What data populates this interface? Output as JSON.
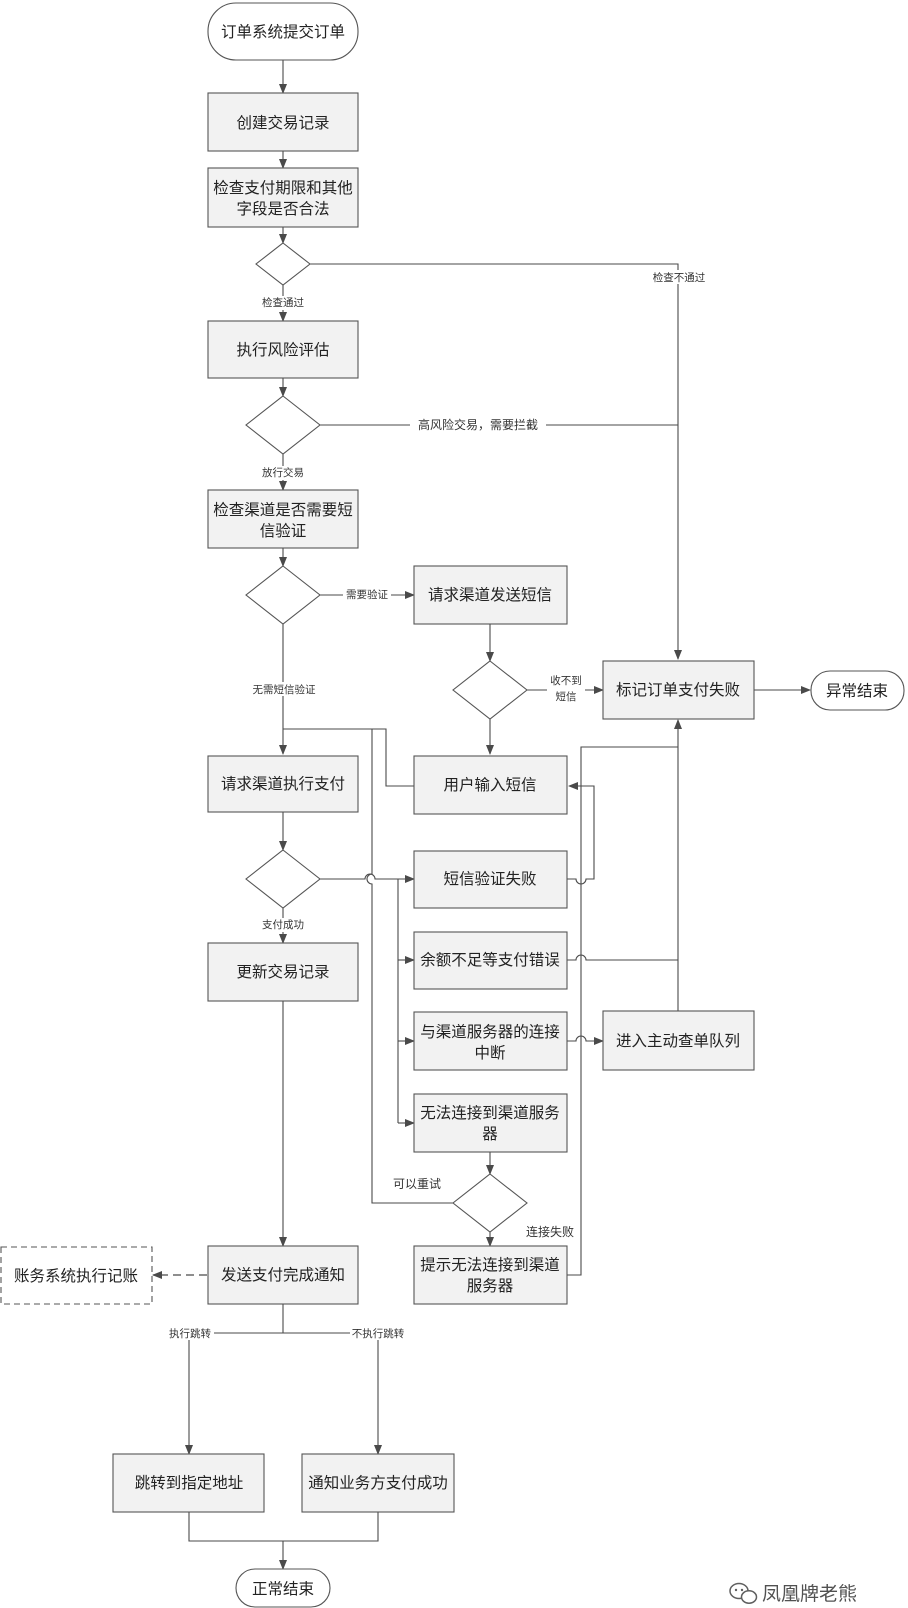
{
  "nodes": {
    "start": "订单系统提交订单",
    "create_record": "创建交易记录",
    "check_fields": [
      "检查支付期限和其他",
      "字段是否合法"
    ],
    "risk_eval": "执行风险评估",
    "check_sms": [
      "检查渠道是否需要短",
      "信验证"
    ],
    "request_sms": "请求渠道发送短信",
    "mark_fail": "标记订单支付失败",
    "abnormal_end": "异常结束",
    "user_input_sms": "用户输入短信",
    "request_pay": "请求渠道执行支付",
    "sms_verify_fail": "短信验证失败",
    "insufficient": "余额不足等支付错误",
    "conn_interrupt": [
      "与渠道服务器的连接",
      "中断"
    ],
    "active_query": "进入主动查单队列",
    "cannot_connect": [
      "无法连接到渠道服务",
      "器"
    ],
    "update_record": "更新交易记录",
    "send_notice": "发送支付完成通知",
    "accounting": "账务系统执行记账",
    "prompt_cannot_connect": [
      "提示无法连接到渠道",
      "服务器"
    ],
    "redirect": "跳转到指定地址",
    "notify_biz": "通知业务方支付成功",
    "normal_end": "正常结束"
  },
  "labels": {
    "check_failed": "检查不通过",
    "check_passed": "检查通过",
    "high_risk": "高风险交易，需要拦截",
    "release": "放行交易",
    "need_verify": "需要验证",
    "no_sms_verify": "无需短信验证",
    "not_received": [
      "收不到",
      "短信"
    ],
    "pay_success": "支付成功",
    "can_retry": "可以重试",
    "conn_fail": "连接失败",
    "do_redirect": "执行跳转",
    "no_redirect": "不执行跳转"
  },
  "watermark": {
    "icon": "wechat-icon",
    "text": "凤凰牌老熊"
  }
}
